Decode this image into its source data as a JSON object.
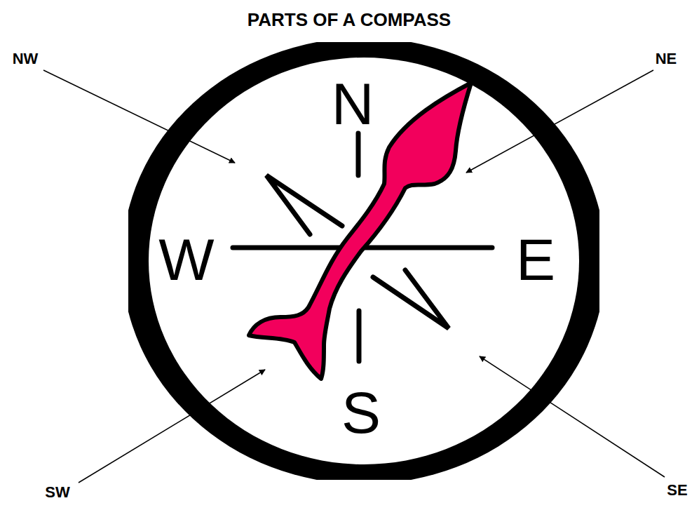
{
  "diagram": {
    "title": "PARTS OF A COMPASS",
    "labels": [
      "NW",
      "NE",
      "N",
      "W",
      "E",
      "S",
      "SW",
      "SE"
    ]
  }
}
